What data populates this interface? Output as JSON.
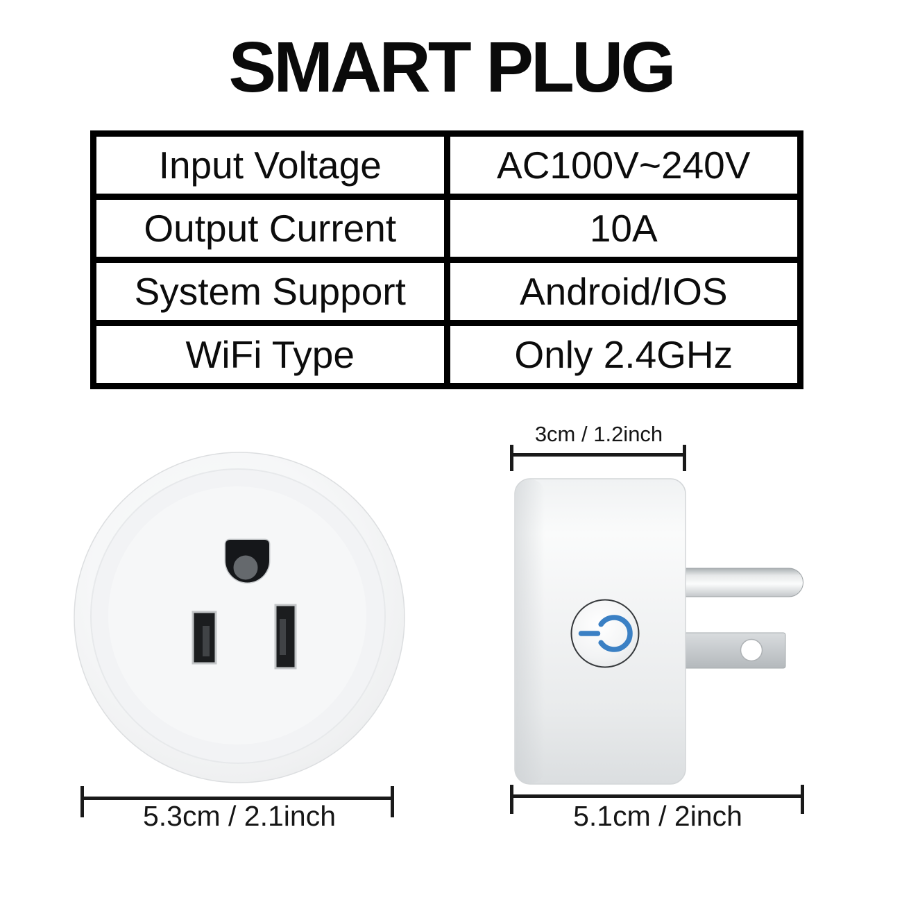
{
  "title": "SMART PLUG",
  "spec_table": {
    "rows": [
      {
        "label": "Input Voltage",
        "value": "AC100V~240V"
      },
      {
        "label": "Output Current",
        "value": "10A"
      },
      {
        "label": "System Support",
        "value": "Android/IOS"
      },
      {
        "label": "WiFi Type",
        "value": "Only 2.4GHz"
      }
    ]
  },
  "front_view": {
    "socket_icon": "us-socket-icon",
    "width_label": "5.3cm / 2.1inch"
  },
  "side_view": {
    "button_icon": "power-icon",
    "depth_label": "3cm / 1.2inch",
    "width_label": "5.1cm / 2inch"
  },
  "colors": {
    "accent_blue": "#3b80c4",
    "ink": "#111111"
  }
}
